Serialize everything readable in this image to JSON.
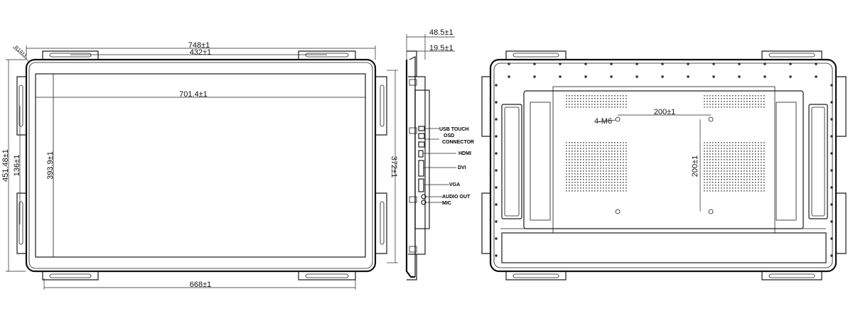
{
  "front_view": {
    "overall_width": "748±1",
    "bracket_spacing_top": "432±1",
    "active_area_width": "701.4±1",
    "bracket_spacing_bottom": "668±1",
    "overall_height": "451.48±1",
    "bracket_spacing_left": "136±1",
    "active_area_height": "393.9±1",
    "bracket_spacing_right": "372±1",
    "corner_radius": "R14±1"
  },
  "side_view": {
    "total_depth": "48.5±1",
    "front_depth": "19.5±1",
    "ports": [
      {
        "id": "usb",
        "label": "USB TOUCH"
      },
      {
        "id": "osd1",
        "label": "OSD"
      },
      {
        "id": "osd2",
        "label": "CONNECTOR"
      },
      {
        "id": "hdmi",
        "label": "HDMI"
      },
      {
        "id": "dvi",
        "label": "DVI"
      },
      {
        "id": "vga",
        "label": "VGA"
      },
      {
        "id": "audio",
        "label": "AUDIO OUT"
      },
      {
        "id": "mic",
        "label": "MIC"
      }
    ]
  },
  "rear_view": {
    "vesa_label": "4-M6",
    "vesa_horizontal": "200±1",
    "vesa_vertical": "200±1"
  }
}
